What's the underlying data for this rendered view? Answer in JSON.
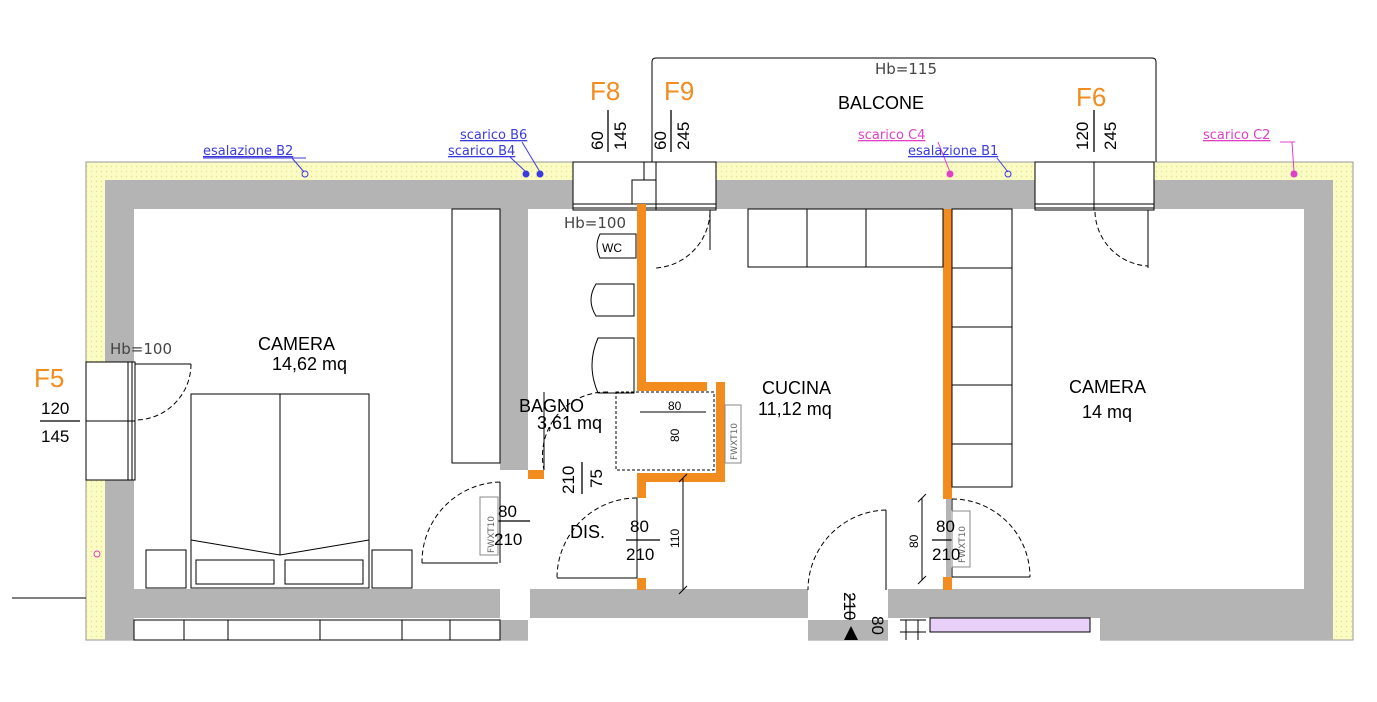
{
  "balcony": {
    "label": "BALCONE",
    "hb": "Hb=115"
  },
  "windows": {
    "f8": {
      "id": "F8",
      "a": "60",
      "b": "145"
    },
    "f9": {
      "id": "F9",
      "a": "60",
      "b": "245"
    },
    "f6": {
      "id": "F6",
      "a": "120",
      "b": "245"
    },
    "f5": {
      "id": "F5",
      "a": "120",
      "b": "145"
    }
  },
  "hb_labels": {
    "bagno": "Hb=100",
    "camera_left": "Hb=100"
  },
  "annotations": {
    "esalazione_b2": "esalazione B2",
    "scarico_b6": "scarico B6",
    "scarico_b4": "scarico B4",
    "scarico_c4": "scarico C4",
    "esalazione_b1": "esalazione B1",
    "scarico_c2": "scarico C2"
  },
  "rooms": {
    "camera_left": {
      "name": "CAMERA",
      "area": "14,62 mq"
    },
    "bagno": {
      "name": "BAGNO",
      "area": "3,61 mq"
    },
    "cucina": {
      "name": "CUCINA",
      "area": "11,12 mq"
    },
    "camera_right": {
      "name": "CAMERA",
      "area": "14 mq"
    },
    "dis": {
      "name": "DIS."
    }
  },
  "fixtures": {
    "wc": "WC",
    "fwx": "FWXT10"
  },
  "doors": {
    "camera_left": {
      "w": "80",
      "h": "210"
    },
    "bagno": {
      "w": "75",
      "h": "210"
    },
    "dis": {
      "w": "80",
      "h": "210"
    },
    "camera_right": {
      "w": "80",
      "h": "210"
    },
    "entrance": {
      "w": "80",
      "h": "210"
    }
  },
  "shaft": {
    "w": "80",
    "h": "80"
  },
  "dims": {
    "d110": "110",
    "d80": "80"
  },
  "colors": {
    "wall": "#b4b4b4",
    "insulation": "#fbfbc4",
    "partition": "#f28c1e",
    "window_label": "#f28c1e",
    "anno_blue": "#3b3bdd",
    "anno_pink": "#e040c8"
  }
}
